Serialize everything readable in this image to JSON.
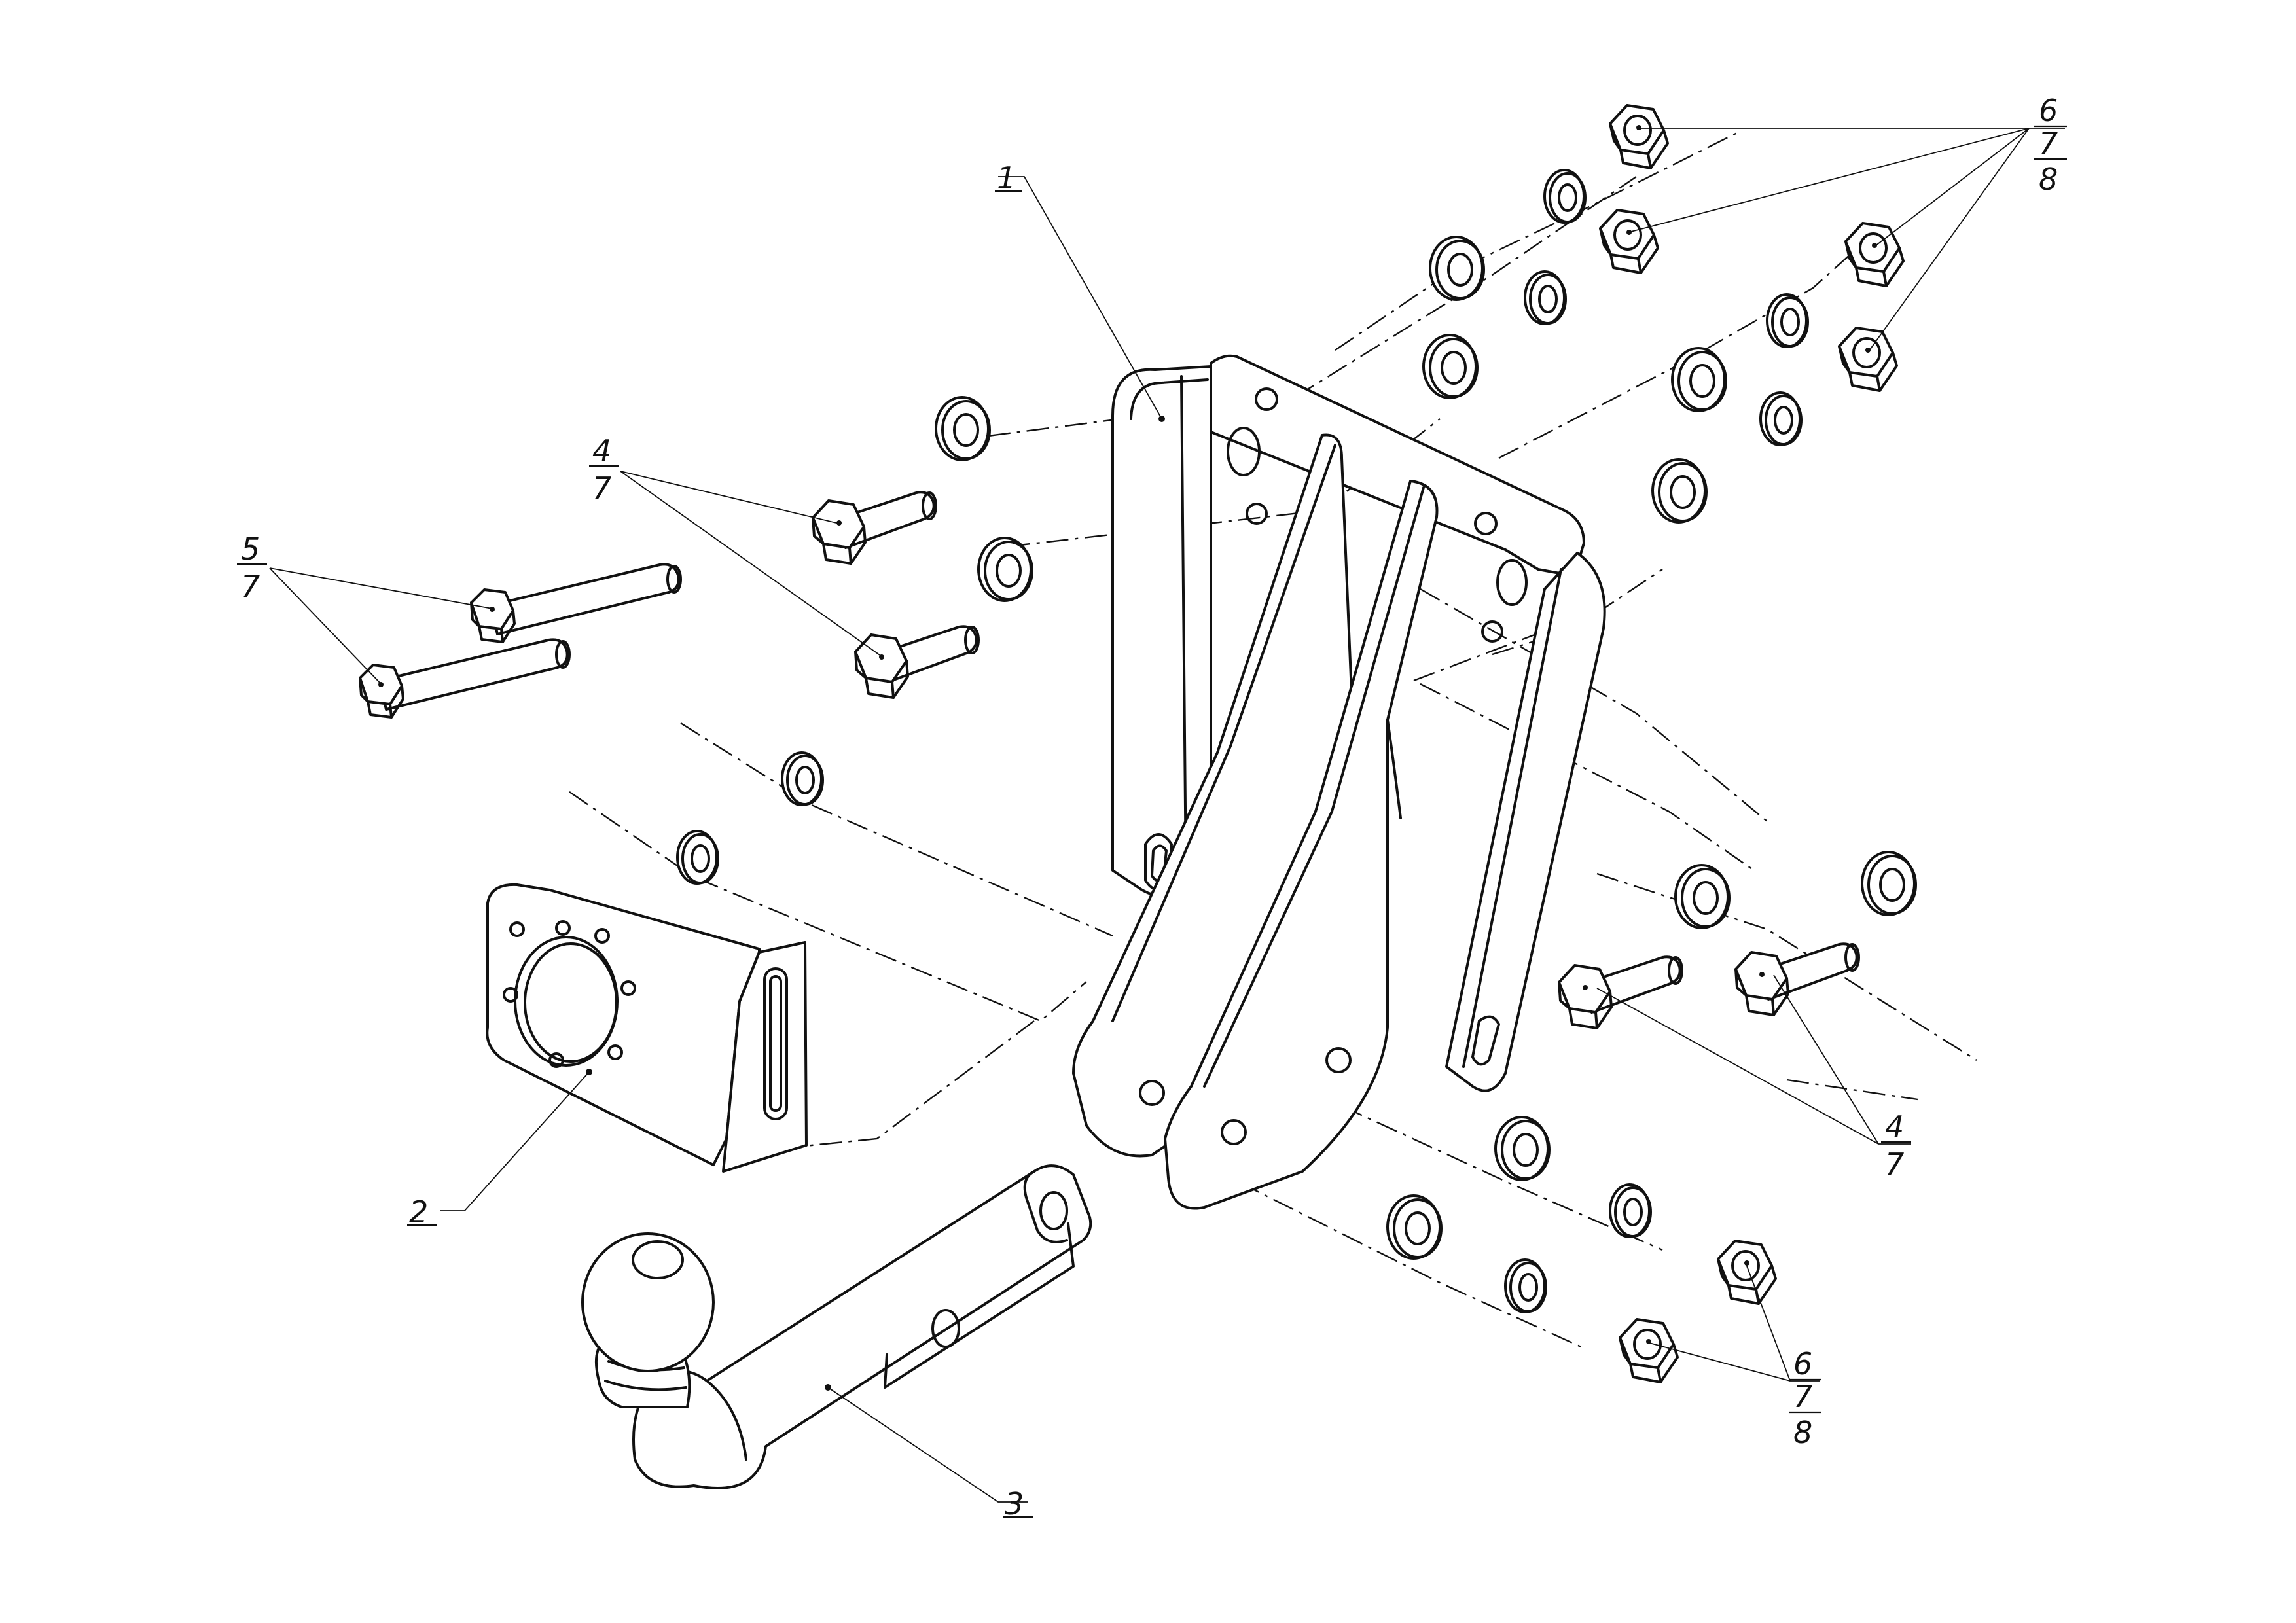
{
  "callouts": {
    "part_1": "1",
    "part_2": "2",
    "part_3": "3",
    "bolts_left_top": {
      "top": "4",
      "bottom": "7"
    },
    "bolts_left_long": {
      "top": "5",
      "bottom": "7"
    },
    "bolts_right": {
      "top": "4",
      "bottom": "7"
    },
    "nuts_top": {
      "top": "6",
      "middle": "7",
      "bottom": "8"
    },
    "nuts_bottom": {
      "top": "6",
      "middle": "7",
      "bottom": "8"
    }
  }
}
